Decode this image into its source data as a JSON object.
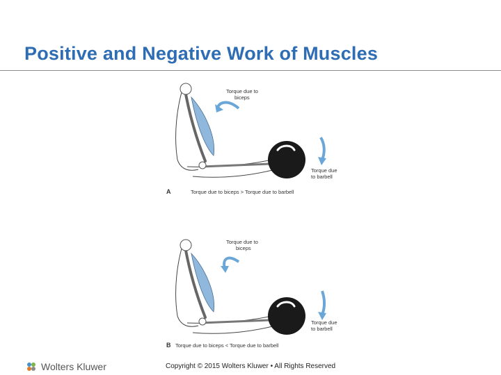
{
  "slide": {
    "title": "Positive and Negative Work of Muscles"
  },
  "figure_a": {
    "letter": "A",
    "torque_biceps_line1": "Torque due to",
    "torque_biceps_line2": "biceps",
    "torque_barbell_line1": "Torque due",
    "torque_barbell_line2": "to barbell",
    "caption": "Torque due to biceps > Torque due to barbell"
  },
  "figure_b": {
    "letter": "B",
    "torque_biceps_line1": "Torque due to",
    "torque_biceps_line2": "biceps",
    "torque_barbell_line1": "Torque due",
    "torque_barbell_line2": "to barbell",
    "caption": "Torque due to biceps < Torque due to barbell"
  },
  "footer": {
    "copyright": "Copyright © 2015 Wolters Kluwer • All Rights Reserved",
    "logo_text": "Wolters Kluwer"
  },
  "colors": {
    "title": "#2e6db4",
    "muscle": "#8fb8dc",
    "arrow": "#6aa7d8",
    "ball": "#1a1a1a"
  }
}
